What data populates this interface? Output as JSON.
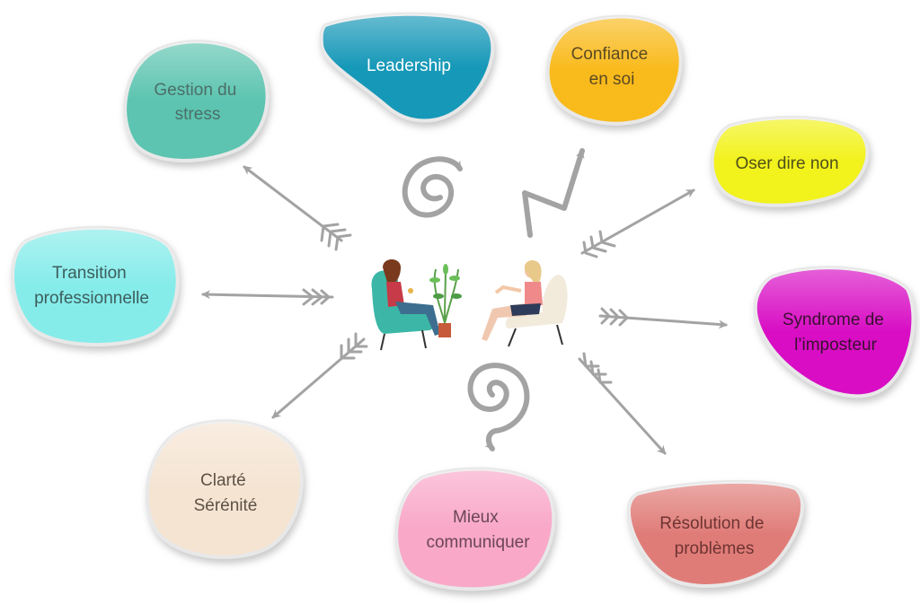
{
  "topics": {
    "stress": {
      "lines": [
        "Gestion du",
        "stress"
      ],
      "fill": "#5cc4b0",
      "text_color": "#4b6f68"
    },
    "leadership": {
      "lines": [
        "Leadership"
      ],
      "fill": "#1598b8",
      "text_color": "#ffffff"
    },
    "confiance": {
      "lines": [
        "Confiance",
        "en soi"
      ],
      "fill": "#f9ba1c",
      "text_color": "#5b4a22"
    },
    "oser": {
      "lines": [
        "Oser dire non"
      ],
      "fill": "#f2f21e",
      "text_color": "#4f4f1a"
    },
    "syndrome": {
      "lines": [
        "Syndrome de",
        "l’imposteur"
      ],
      "fill": "#d80fc4",
      "text_color": "#3a1030"
    },
    "resolution": {
      "lines": [
        "Résolution de",
        "problèmes"
      ],
      "fill": "#e07b78",
      "text_color": "#6e3432"
    },
    "communiquer": {
      "lines": [
        "Mieux",
        "communiquer"
      ],
      "fill": "#f9a8c8",
      "text_color": "#6b4653"
    },
    "clarte": {
      "lines": [
        "Clarté",
        "Sérénité"
      ],
      "fill": "#f5e4d2",
      "text_color": "#5d5246"
    },
    "transition": {
      "lines": [
        "Transition",
        "professionnelle"
      ],
      "fill": "#85ecea",
      "text_color": "#3c5e5d"
    }
  },
  "colors": {
    "arrow": "#a3a3a3",
    "shadow": "#9a9a9a",
    "chair_left": "#3cb7a7",
    "chair_right": "#f2eadb"
  }
}
